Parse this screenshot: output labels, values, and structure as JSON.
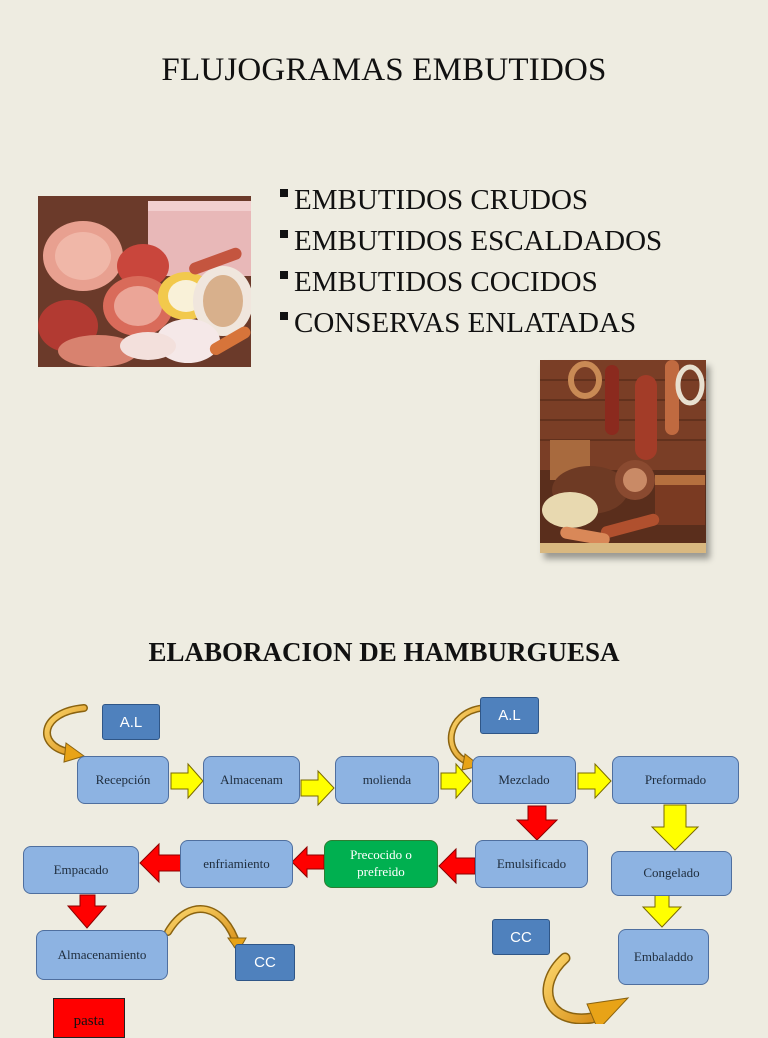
{
  "title": "FLUJOGRAMAS EMBUTIDOS",
  "bullets": [
    "EMBUTIDOS CRUDOS",
    "EMBUTIDOS ESCALDADOS",
    "EMBUTIDOS COCIDOS",
    "CONSERVAS ENLATADAS"
  ],
  "subtitle": "ELABORACION DE HAMBURGUESA",
  "flow": {
    "recepcion": "Recepción",
    "almacenam": "Almacenam",
    "molienda": "molienda",
    "mezclado": "Mezclado",
    "preformado": "Preformado",
    "emulsificado": "Emulsificado",
    "precocido": "Precocido o prefreido",
    "enfriamiento": "enfriamiento",
    "empacado": "Empacado",
    "congelado": "Congelado",
    "almacenamiento": "Almacenamiento",
    "embaladdo": "Embaladdo",
    "al_1": "A.L",
    "al_2": "A.L",
    "cc_1": "CC",
    "cc_2": "CC",
    "pasta": "pasta"
  },
  "colors": {
    "box_fill": "#8db3e2",
    "tag_fill": "#4f81bd",
    "green_box": "#00b050",
    "arrow_yellow": "#ffff00",
    "arrow_red": "#ff0000",
    "curve_gold": "#e8a317",
    "background": "#eeece1"
  }
}
